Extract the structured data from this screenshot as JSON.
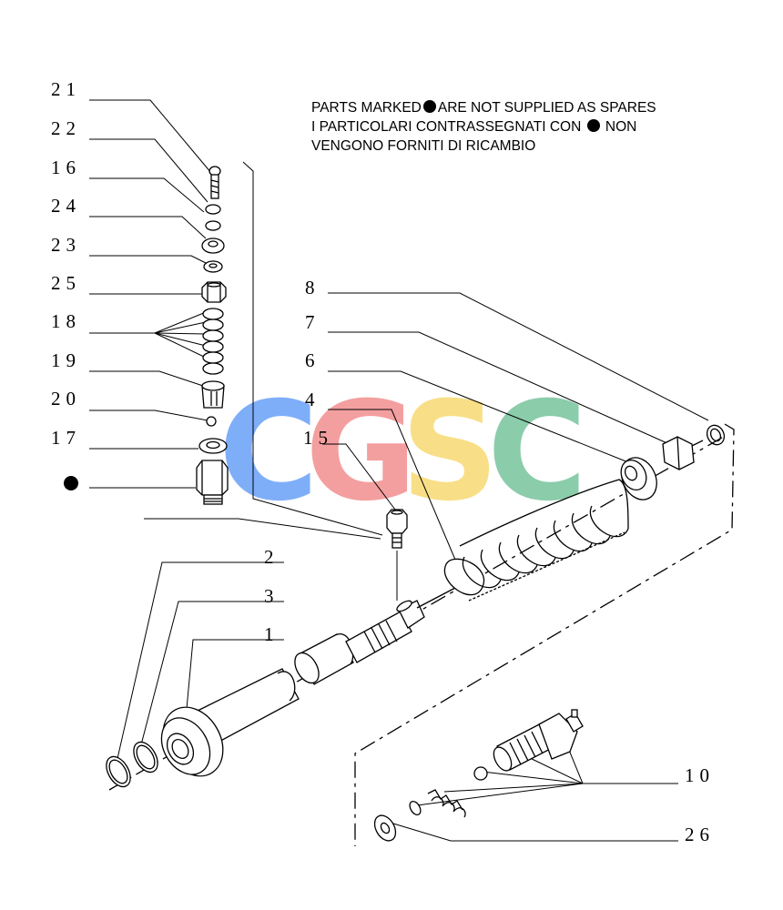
{
  "notice": {
    "line1_a": "PARTS MARKED",
    "line1_b": "ARE NOT SUPPLIED AS SPARES",
    "line2_a": "I  PARTICOLARI  CONTRASSEGNATI  CON",
    "line2_b": "NON",
    "line3": "VENGONO FORNITI DI RICAMBIO"
  },
  "callouts": {
    "c21": "21",
    "c22": "22",
    "c16": "16",
    "c24": "24",
    "c23": "23",
    "c25": "25",
    "c18": "18",
    "c19": "19",
    "c20": "20",
    "c17": "17",
    "c15": "15",
    "c8": "8",
    "c7": "7",
    "c6": "6",
    "c4": "4",
    "c2": "2",
    "c3": "3",
    "c1": "1",
    "c10": "10",
    "c26": "26"
  },
  "watermark": {
    "letters": [
      "C",
      "G",
      "S",
      "C"
    ],
    "colors": [
      "#4f8ff7",
      "#f07b7b",
      "#f6d35a",
      "#5fb98a"
    ]
  }
}
